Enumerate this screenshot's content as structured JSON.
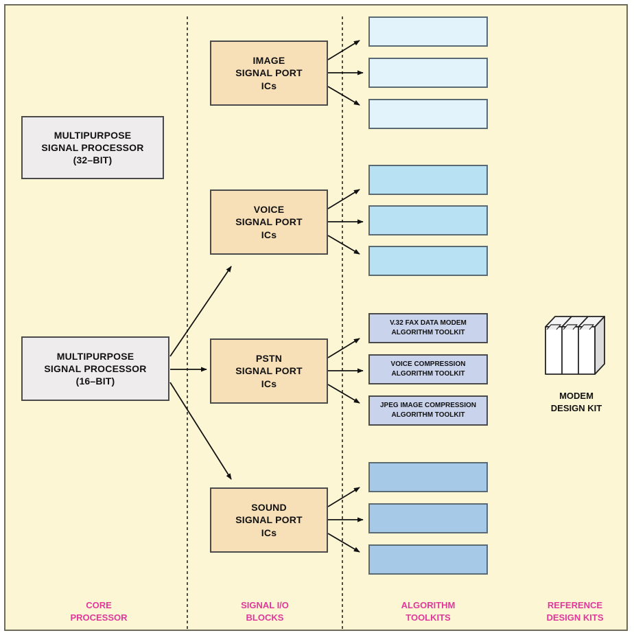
{
  "processors": {
    "p32": [
      "MULTIPURPOSE",
      "SIGNAL PROCESSOR",
      "(32–BIT)"
    ],
    "p16": [
      "MULTIPURPOSE",
      "SIGNAL PROCESSOR",
      "(16–BIT)"
    ]
  },
  "signal_ports": {
    "image": [
      "IMAGE",
      "SIGNAL PORT",
      "ICs"
    ],
    "voice": [
      "VOICE",
      "SIGNAL PORT",
      "ICs"
    ],
    "pstn": [
      "PSTN",
      "SIGNAL PORT",
      "ICs"
    ],
    "sound": [
      "SOUND",
      "SIGNAL PORT",
      "ICs"
    ]
  },
  "toolkits": {
    "v32": [
      "V.32 FAX DATA MODEM",
      "ALGORITHM TOOLKIT"
    ],
    "voice_compression": [
      "VOICE COMPRESSION",
      "ALGORITHM TOOLKIT"
    ],
    "jpeg": [
      "JPEG IMAGE COMPRESSION",
      "ALGORITHM TOOLKIT"
    ]
  },
  "kit_label": [
    "MODEM",
    "DESIGN KIT"
  ],
  "column_labels": {
    "core": [
      "CORE",
      "PROCESSOR"
    ],
    "io": [
      "SIGNAL I/O",
      "BLOCKS"
    ],
    "algorithm": [
      "ALGORITHM",
      "TOOLKITS"
    ],
    "reference": [
      "REFERENCE",
      "DESIGN KITS"
    ]
  },
  "colors": {
    "background": "#fcf6d5",
    "processor_fill": "#eeecec",
    "port_fill": "#f7dfb8",
    "label_magenta": "#e0399b",
    "toolkit_light": "#e3f3fb",
    "toolkit_mid": "#b9e1f4",
    "toolkit_dark": "#a6c9e8",
    "toolkit_labeled": "#c9d3ec"
  }
}
